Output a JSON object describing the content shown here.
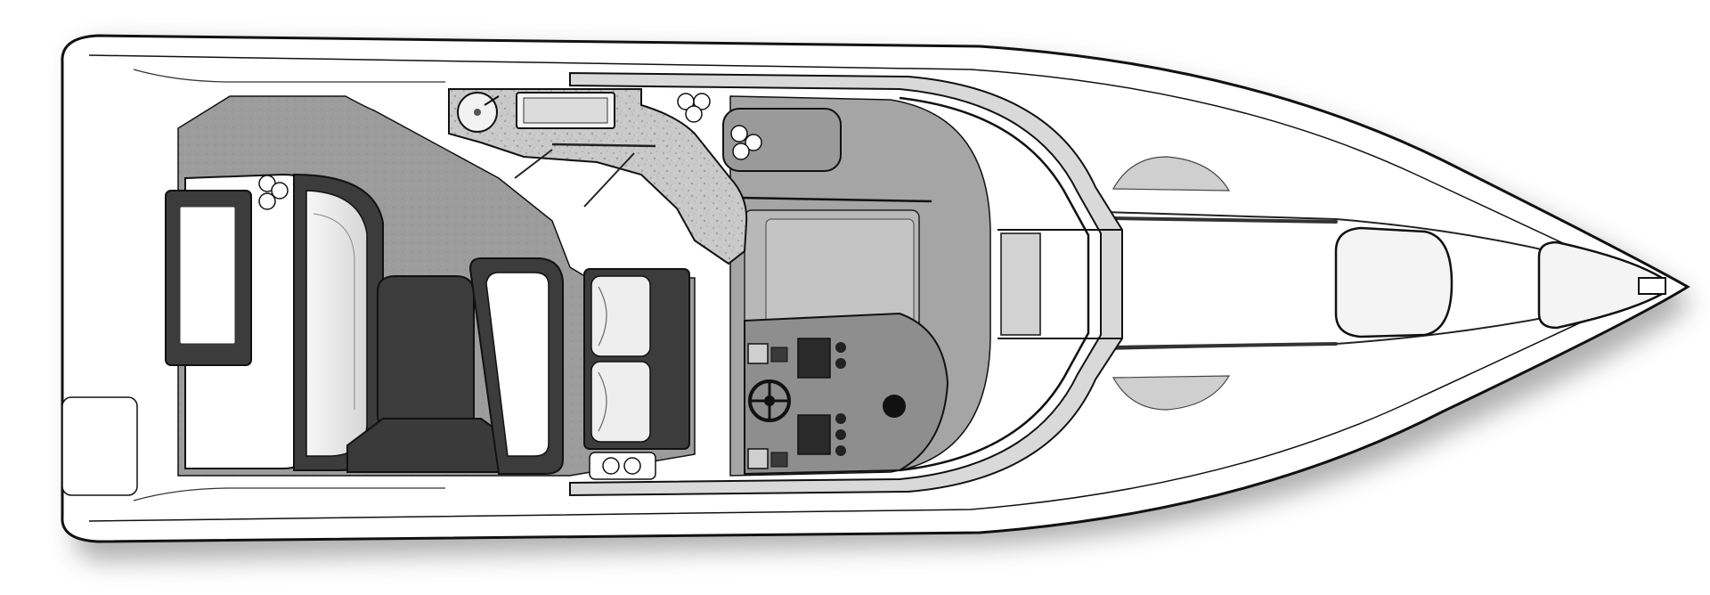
{
  "figure": {
    "kind": "boat-deck-plan",
    "view": "top",
    "has_text": false
  },
  "colors": {
    "background": "#ffffff",
    "outline": "#111111",
    "hull_fill": "#ffffff",
    "shadow": "#6e6e6e",
    "cockpit_floor": "#9a9a9a",
    "speckled_counter": "#c8c8c8",
    "dark_cushion": "#3c3c3c",
    "seat_fill": "#e6e6e6",
    "helm_console": "#8e8e8e",
    "windshield": "#d9d9d9"
  },
  "components": [
    "hull",
    "swim-platform",
    "transom-sun-pad",
    "aft-seating",
    "cockpit-table",
    "cockpit-floor",
    "wet-bar-counter",
    "sink",
    "cooler",
    "cup-holders",
    "companion-seat",
    "helm-seats",
    "helm-console",
    "steering-wheel",
    "windshield",
    "cabin-hatch",
    "bow-deck-hatches",
    "bow-rails",
    "bow-cleat"
  ]
}
